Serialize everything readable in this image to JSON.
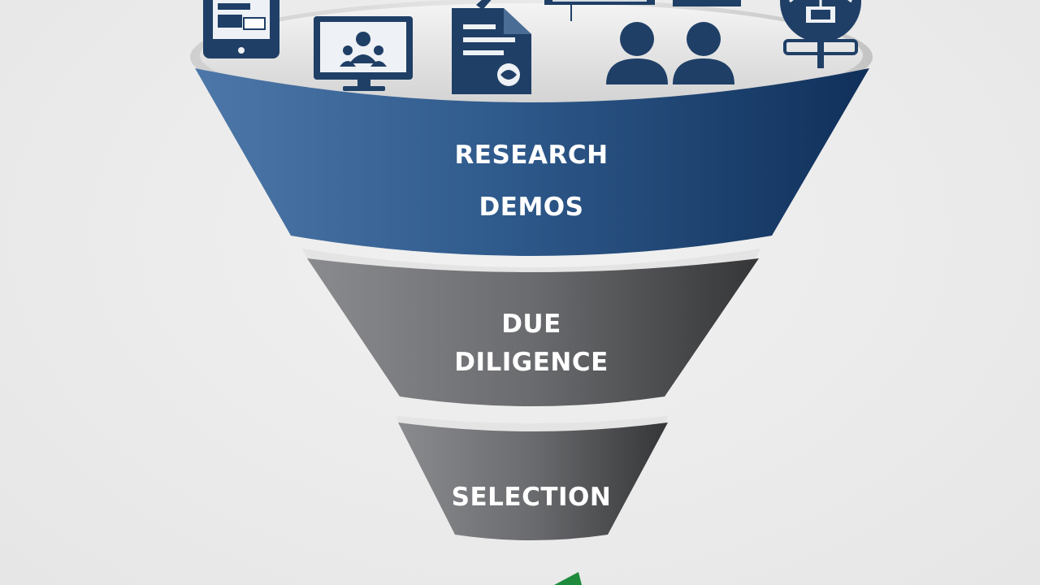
{
  "colors": {
    "background": "#ededed",
    "top_band": "#2f5a8c",
    "top_band_dark": "#12355f",
    "gray_band": "#6d6e71",
    "gray_band_dark": "#3a3b3d",
    "icon_navy": "#1f3f66",
    "rim": "#d7d7d7",
    "arrow_green": "#1e8a3c"
  },
  "stages": {
    "top": {
      "line1": "RESEARCH",
      "line2": "DEMOS"
    },
    "middle": {
      "line1": "DUE",
      "line2": "DILIGENCE"
    },
    "bottom": {
      "line1": "SELECTION"
    }
  },
  "icons": [
    "tablet-icon",
    "monitor-meeting-icon",
    "document-icon",
    "laptop-icon",
    "two-people-icon",
    "globe-signpost-icon"
  ]
}
